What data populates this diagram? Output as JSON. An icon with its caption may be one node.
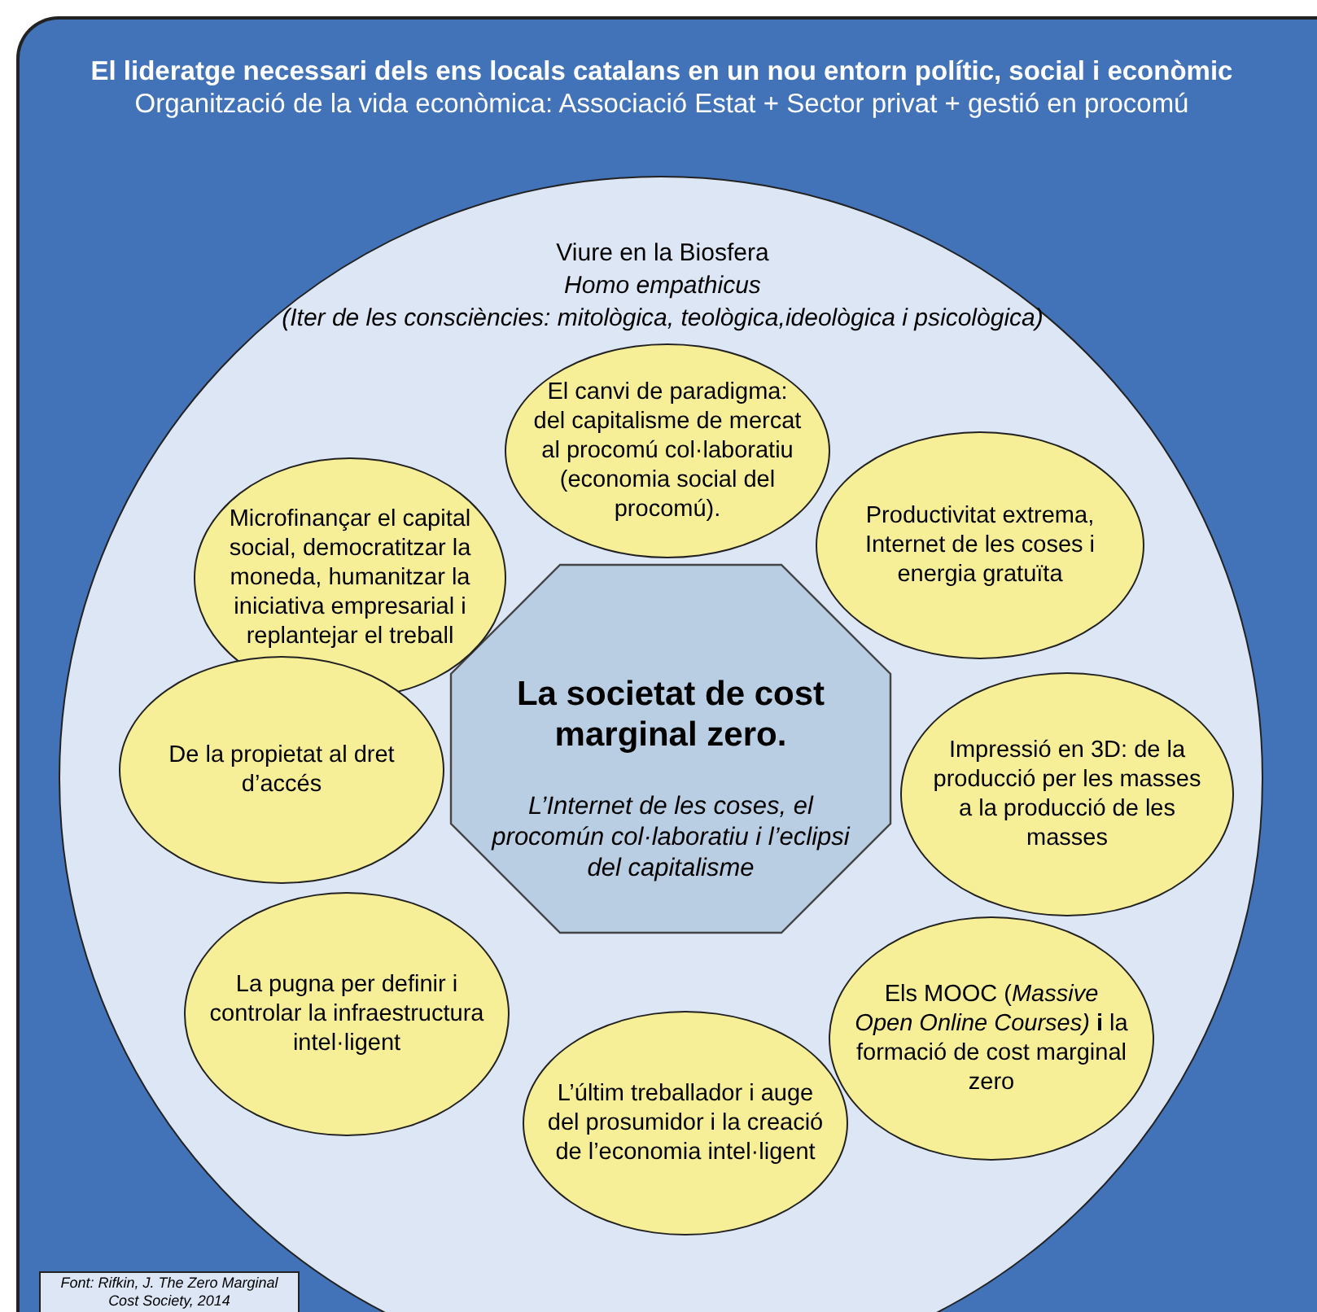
{
  "diagram": {
    "nodes": [
      {
        "text": [
          "El lideratge necessari dels ens locals catalans en un nou entorn polític, social i econòmic",
          "Organització de la vida econòmica: Associació Estat + Sector privat + gestió en procomú"
        ]
      },
      {
        "text": [
          "Viure en la Biosfera",
          "Homo empathicus",
          "(Iter de les consciències: mitològica, teològica,ideològica i psicològica)"
        ],
        "in": 0
      },
      {
        "text": [
          "La societat de cost marginal zero.",
          "L’Internet de les coses, el procomún col·laboratiu i l’eclipsi del capitalisme"
        ],
        "in": 1
      },
      {
        "text": [
          "El canvi de paradigma: del capitalisme de mercat al procomú col·laboratiu (economia social del procomú)."
        ],
        "in": 1
      },
      {
        "text": [
          "Microfinançar el capital social, democratitzar la moneda, humanitzar la iniciativa empresarial i replantejar el treball"
        ],
        "in": 1
      },
      {
        "text": [
          "Productivitat extrema, Internet de les coses i energia gratuïta"
        ],
        "in": 1
      },
      {
        "text": [
          "De la propietat al dret d’accés"
        ],
        "in": 1
      },
      {
        "text": [
          "Impressió en 3D: de la producció per les masses a la producció de les masses"
        ],
        "in": 1
      },
      {
        "text": [
          "La pugna per definir i controlar la infraestructura intel·ligent"
        ],
        "in": 1
      },
      {
        "text": [
          "Els MOOC (*Massive Open Online Courses)* **i** la formació de cost marginal zero"
        ],
        "in": 1
      },
      {
        "text": [
          "L’últim treballador i auge del prosumidor i la creació de l’economia intel·ligent"
        ],
        "in": 1
      },
      {
        "text": [
          "Font: Rifkin, J. The Zero Marginal Cost Society, 2014"
        ],
        "in": 0
      }
    ],
    "edges": []
  }
}
